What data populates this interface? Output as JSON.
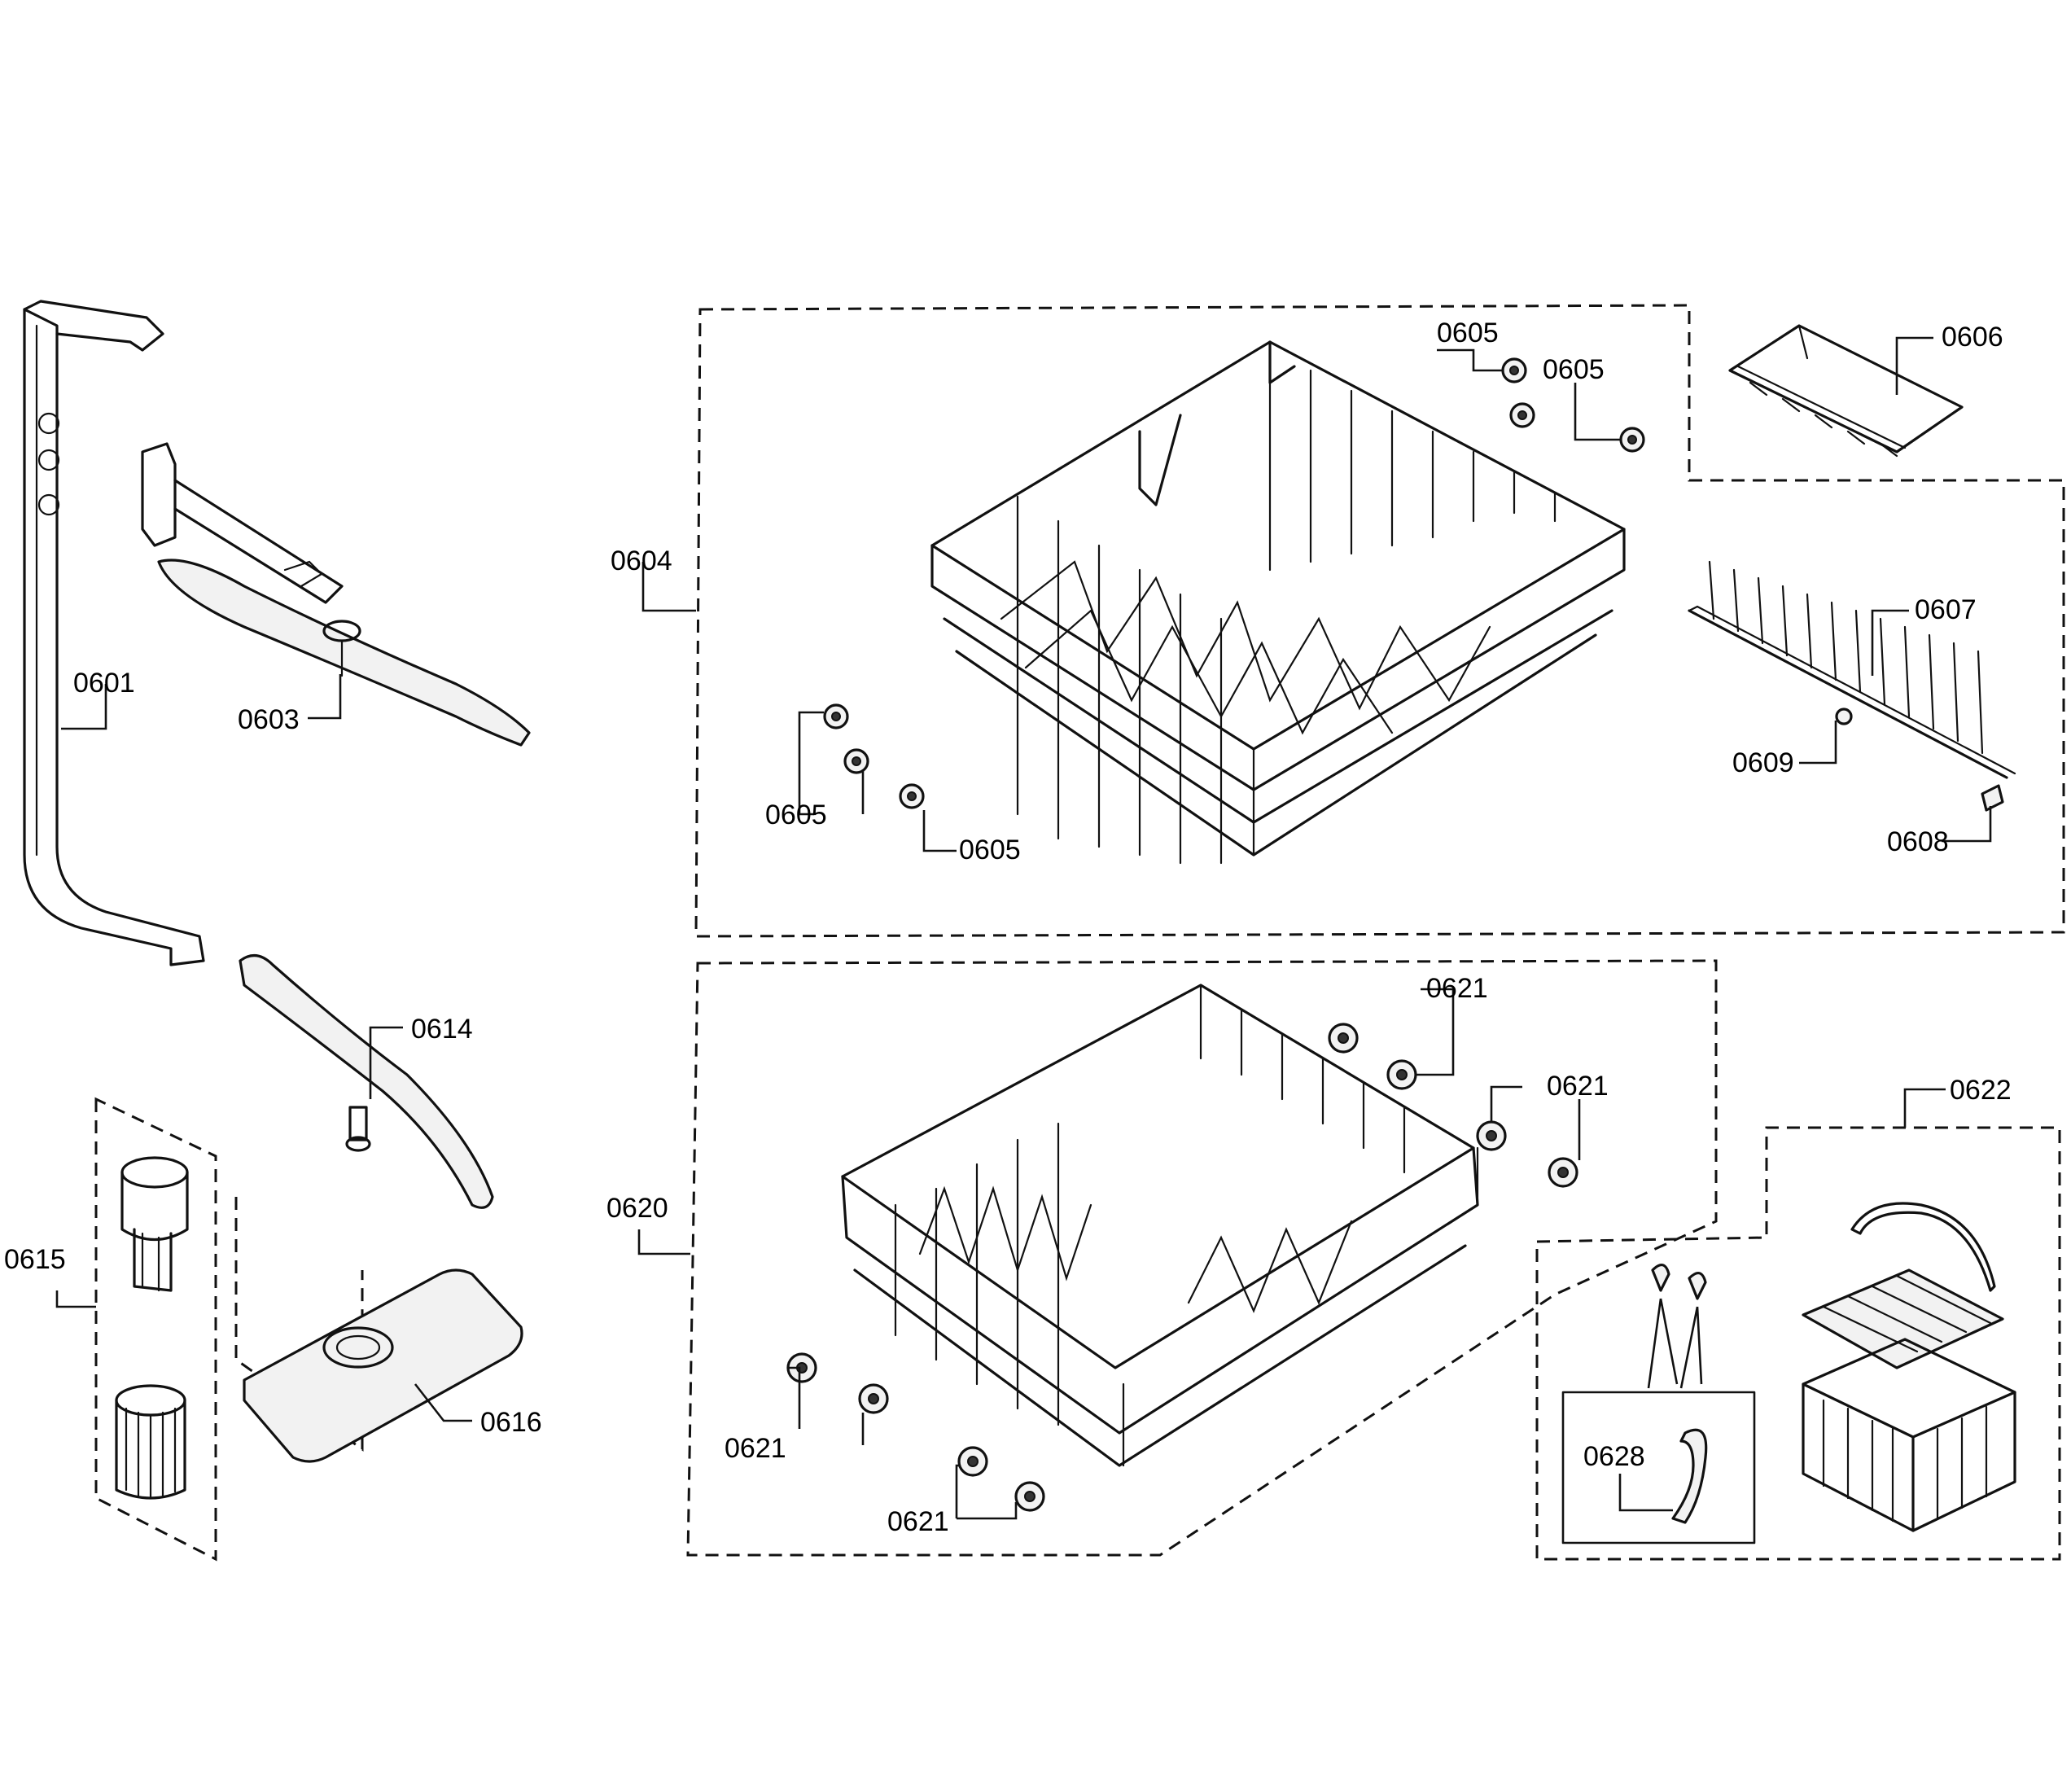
{
  "labels": {
    "p0601": "0601",
    "p0603": "0603",
    "p0604": "0604",
    "p0605a": "0605",
    "p0605b": "0605",
    "p0605c": "0605",
    "p0605d": "0605",
    "p0606": "0606",
    "p0607": "0607",
    "p0608": "0608",
    "p0609": "0609",
    "p0614": "0614",
    "p0615": "0615",
    "p0616": "0616",
    "p0620": "0620",
    "p0621a": "0621",
    "p0621b": "0621",
    "p0621c": "0621",
    "p0621d": "0621",
    "p0622": "0622",
    "p0628": "0628"
  }
}
